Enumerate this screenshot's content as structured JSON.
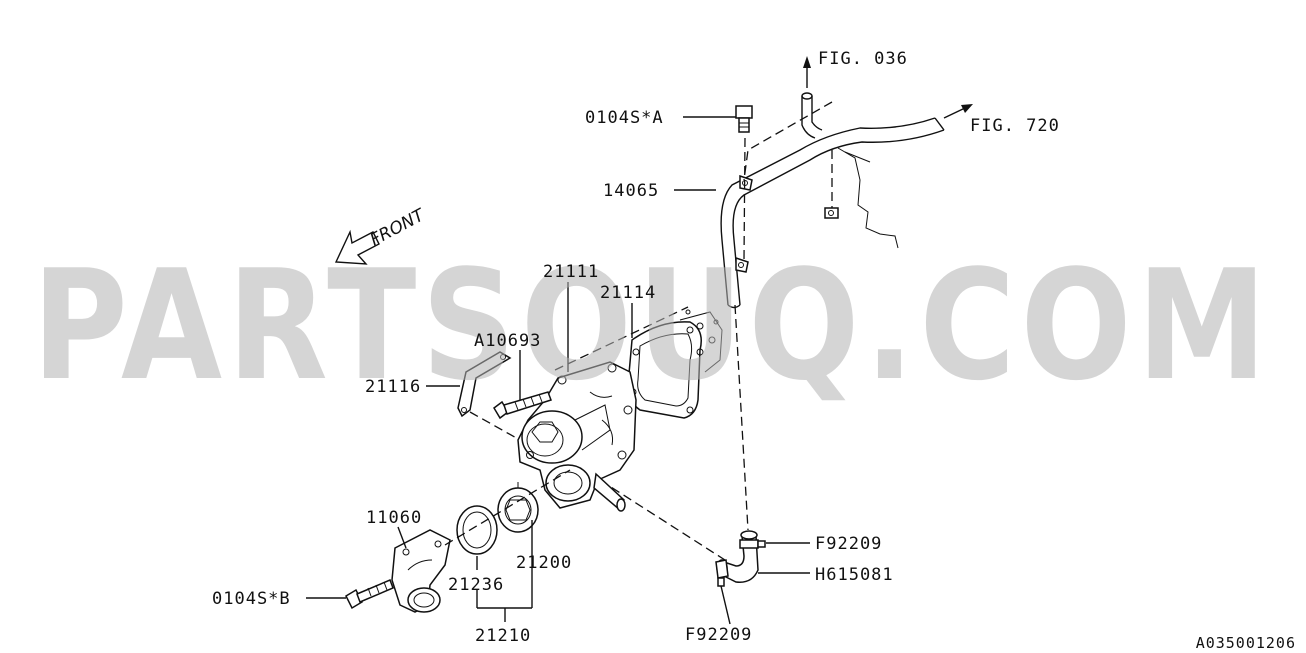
{
  "diagram": {
    "front_label": "FRONT",
    "figure_code": "A035001206",
    "watermark": "PARTSOUQ.COM",
    "callouts": {
      "fig036": "FIG. 036",
      "fig720": "FIG. 720",
      "bolt_a": "0104S*A",
      "pipe": "14065",
      "pump_body": "21111",
      "gasket": "21114",
      "stud_bolt": "A10693",
      "bracket": "21116",
      "thermostat_cover": "11060",
      "thermostat": "21200",
      "seal_ring": "21236",
      "thermostat_assy": "21210",
      "bolt_b": "0104S*B",
      "clip_upper": "F92209",
      "hose": "H615081",
      "clip_lower": "F92209"
    }
  }
}
